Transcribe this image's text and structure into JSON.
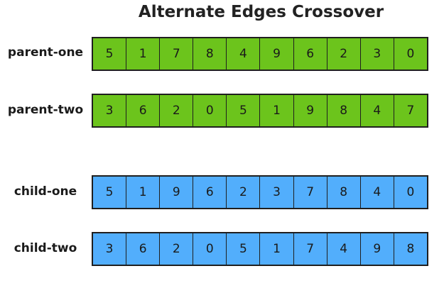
{
  "title": "Alternate Edges Crossover",
  "colors": {
    "parent": "#6cc41c",
    "child": "#52aefc",
    "border": "#1f1f1f"
  },
  "rows": [
    {
      "label": "parent-one",
      "kind": "parent",
      "values": [
        "5",
        "1",
        "7",
        "8",
        "4",
        "9",
        "6",
        "2",
        "3",
        "0"
      ]
    },
    {
      "label": "parent-two",
      "kind": "parent",
      "values": [
        "3",
        "6",
        "2",
        "0",
        "5",
        "1",
        "9",
        "8",
        "4",
        "7"
      ]
    },
    {
      "label": "child-one",
      "kind": "child",
      "values": [
        "5",
        "1",
        "9",
        "6",
        "2",
        "3",
        "7",
        "8",
        "4",
        "0"
      ]
    },
    {
      "label": "child-two",
      "kind": "child",
      "values": [
        "3",
        "6",
        "2",
        "0",
        "5",
        "1",
        "7",
        "4",
        "9",
        "8"
      ]
    }
  ]
}
